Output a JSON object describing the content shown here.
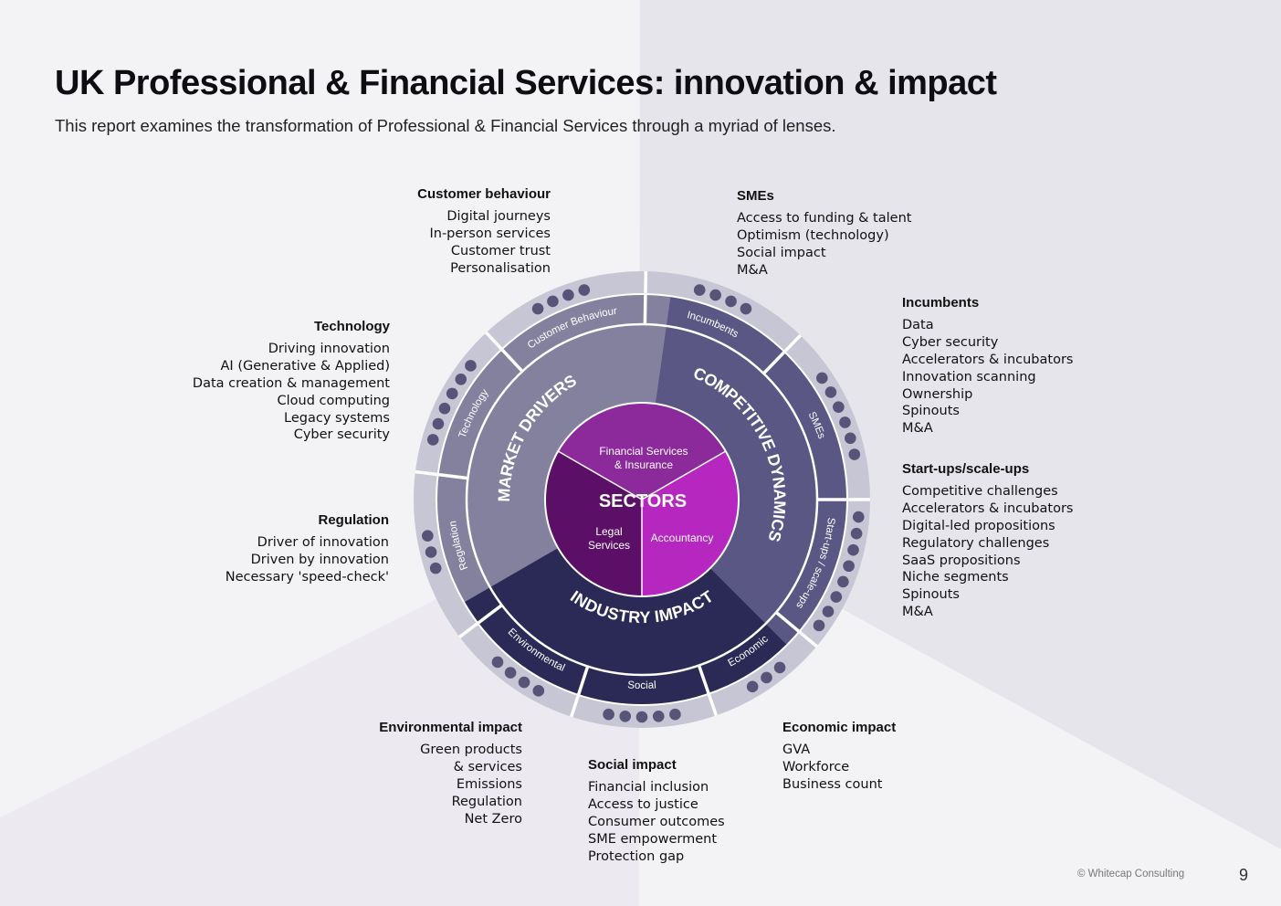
{
  "title": "UK Professional & Financial Services: innovation & impact",
  "subtitle": "This report examines the transformation of Professional & Financial Services through a myriad of lenses.",
  "colors": {
    "background_left": "#f3f3f6",
    "background_right": "#e6e5eb",
    "outer_ring": "#c7c6d4",
    "dots": "#585379",
    "market_drivers": "#84819f",
    "competitive_dynamics": "#5b5784",
    "industry_impact": "#2b2a56",
    "sector_fs": "#8c2a9c",
    "sector_legal": "#5c0f66",
    "sector_accountancy": "#b527bf"
  },
  "wheel": {
    "core": {
      "label": "SECTORS",
      "sectors": [
        {
          "label": "Financial Services",
          "label2": "& Insurance"
        },
        {
          "label": "Legal",
          "label2": "Services"
        },
        {
          "label": "Accountancy",
          "label2": ""
        }
      ]
    },
    "groups": [
      {
        "label": "MARKET DRIVERS"
      },
      {
        "label": "COMPETITIVE DYNAMICS"
      },
      {
        "label": "INDUSTRY IMPACT"
      }
    ],
    "segments": [
      {
        "label": "Customer Behaviour",
        "dots": 4
      },
      {
        "label": "Incumbents",
        "dots": 4
      },
      {
        "label": "SMEs",
        "dots": 6
      },
      {
        "label": "Start-ups / scale-ups",
        "dots": 8
      },
      {
        "label": "Economic",
        "dots": 3
      },
      {
        "label": "Social",
        "dots": 5
      },
      {
        "label": "Environmental",
        "dots": 4
      },
      {
        "label": "Regulation",
        "dots": 3
      },
      {
        "label": "Technology",
        "dots": 6
      }
    ]
  },
  "lists": {
    "customer_behaviour": {
      "heading": "Customer behaviour",
      "items": [
        "Digital journeys",
        "In-person services",
        "Customer trust",
        "Personalisation"
      ]
    },
    "smes": {
      "heading": "SMEs",
      "items": [
        "Access to funding & talent",
        "Optimism (technology)",
        "Social impact",
        "M&A"
      ]
    },
    "incumbents": {
      "heading": "Incumbents",
      "items": [
        "Data",
        "Cyber security",
        "Accelerators & incubators",
        "Innovation scanning",
        "Ownership",
        "Spinouts",
        "M&A"
      ]
    },
    "startups": {
      "heading": "Start-ups/scale-ups",
      "items": [
        "Competitive challenges",
        "Accelerators & incubators",
        "Digital-led propositions",
        "Regulatory challenges",
        "SaaS propositions",
        "Niche segments",
        "Spinouts",
        "M&A"
      ]
    },
    "technology": {
      "heading": "Technology",
      "items": [
        "Driving innovation",
        "AI (Generative & Applied)",
        "Data creation & management",
        "Cloud computing",
        "Legacy systems",
        "Cyber security"
      ]
    },
    "regulation": {
      "heading": "Regulation",
      "items": [
        "Driver of innovation",
        "Driven by innovation",
        "Necessary 'speed-check'"
      ]
    },
    "environmental": {
      "heading": "Environmental impact",
      "items": [
        "Green products",
        "& services",
        "Emissions",
        "Regulation",
        "Net Zero"
      ]
    },
    "social": {
      "heading": "Social impact",
      "items": [
        "Financial inclusion",
        "Access to justice",
        "Consumer outcomes",
        "SME empowerment",
        "Protection gap"
      ]
    },
    "economic": {
      "heading": "Economic impact",
      "items": [
        "GVA",
        "Workforce",
        "Business count"
      ]
    }
  },
  "footer": {
    "copyright": "© Whitecap Consulting",
    "page": "9"
  }
}
